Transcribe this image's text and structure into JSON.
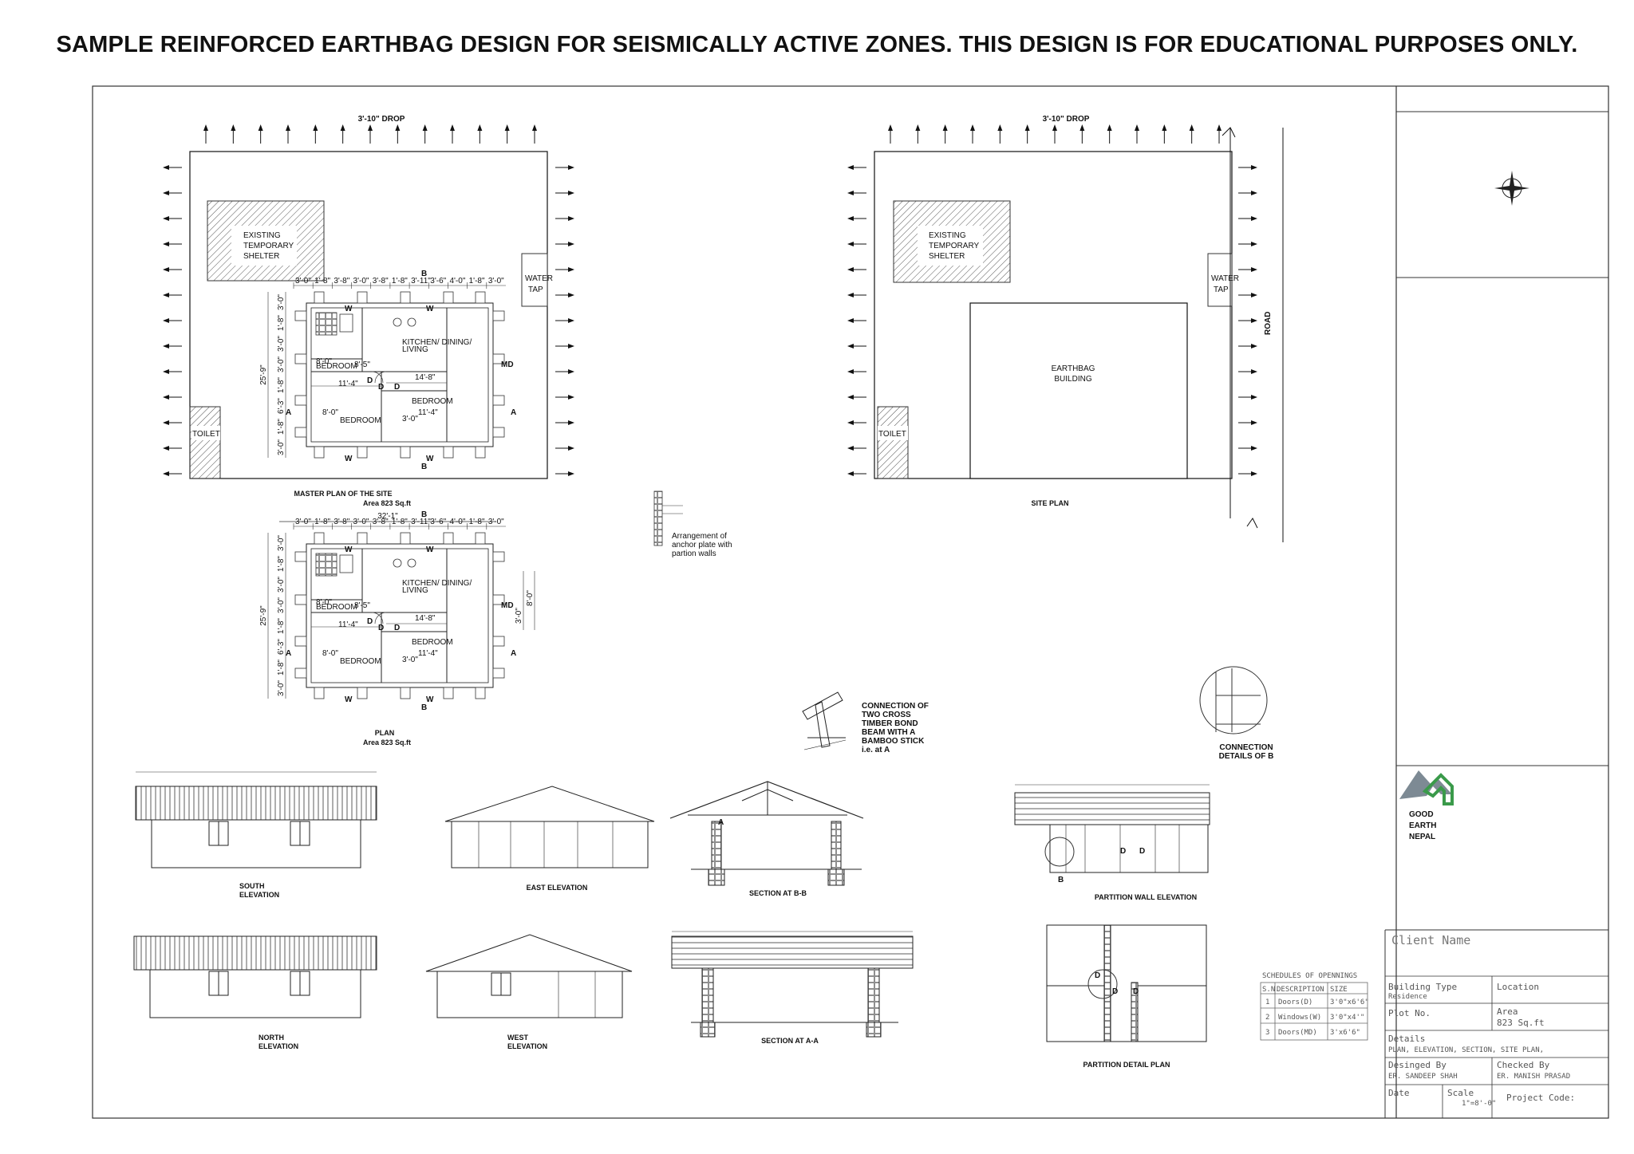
{
  "header": "SAMPLE REINFORCED EARTHBAG DESIGN FOR SEISMICALLY ACTIVE ZONES. THIS DESIGN IS FOR EDUCATIONAL PURPOSES ONLY.",
  "master_plan": {
    "drop": "3'-10\" DROP",
    "shelter": [
      "EXISTING",
      "TEMPORARY",
      "SHELTER"
    ],
    "water_tap": [
      "WATER",
      "TAP"
    ],
    "toilet": "TOILET",
    "title": "MASTER PLAN OF THE SITE",
    "area": "Area 823 Sq.ft"
  },
  "floor_plan": {
    "rooms": {
      "kitchen": [
        "KITCHEN/ DINING/",
        "LIVING"
      ],
      "bedroom": "BEDROOM",
      "md": "MD",
      "w": "W",
      "d": "D",
      "b": "B",
      "a": "A"
    },
    "dims_top": [
      "3'-0\"",
      "1'-8\"",
      "3'-8\"",
      "3'-0\"",
      "3'-8\"",
      "1'-8\"",
      "3'-11\"",
      "3'-6\"",
      "4'-0\"",
      "1'-8\"",
      "3'-0\""
    ],
    "dims_left": [
      "3'-0\"",
      "1'-8\"",
      "3'-0\"",
      "3'-0\"",
      "1'-8\"",
      "6'-3\"",
      "1'-8\"",
      "3'-0\""
    ],
    "inner_dims": [
      "8'-0\"",
      "14'-8\"",
      "11'-4\"",
      "11'-4\"",
      "8'-5\"",
      "8'-0\"",
      "3'-0\""
    ],
    "overall_width": "32'-1\"",
    "overall_height": "25'-9\"",
    "right_dims": [
      "3'-0\"",
      "8'-0\""
    ],
    "title": "PLAN",
    "area": "Area 823 Sq.ft"
  },
  "site_plan": {
    "drop": "3'-10\" DROP",
    "shelter": [
      "EXISTING",
      "TEMPORARY",
      "SHELTER"
    ],
    "water_tap": [
      "WATER",
      "TAP"
    ],
    "building": [
      "EARTHBAG",
      "BUILDING"
    ],
    "toilet": "TOILET",
    "road": "ROAD",
    "title": "SITE PLAN"
  },
  "details": {
    "anchor_plate": [
      "Arrangement of",
      "anchor plate with",
      "partion walls"
    ],
    "connection_timber": [
      "CONNECTION OF",
      "TWO CROSS",
      "TIMBER BOND",
      "BEAM WITH A",
      "BAMBOO STICK",
      "i.e. at A"
    ],
    "connection_b": [
      "CONNECTION",
      "DETAILS OF B"
    ]
  },
  "elevations": {
    "south": [
      "SOUTH",
      "ELEVATION"
    ],
    "east": "EAST ELEVATION",
    "section_bb": "SECTION AT B-B",
    "partition_wall": "PARTITION WALL ELEVATION",
    "north": [
      "NORTH",
      "ELEVATION"
    ],
    "west": [
      "WEST",
      "ELEVATION"
    ],
    "section_aa": "SECTION AT A-A",
    "partition_detail": "PARTITION DETAIL PLAN"
  },
  "schedule": {
    "title": "SCHEDULES OF OPENNINGS",
    "headers": [
      "S.N.",
      "DESCRIPTION",
      "SIZE"
    ],
    "rows": [
      [
        "1",
        "Doors(D)",
        "3'0\"x6'6\""
      ],
      [
        "2",
        "Windows(W)",
        "3'0\"x4'\""
      ],
      [
        "3",
        "Doors(MD)",
        "3'x6'6\""
      ]
    ]
  },
  "title_block": {
    "logo": [
      "GOOD",
      "EARTH",
      "NEPAL"
    ],
    "client_name": "Client Name",
    "building_type": "Building Type",
    "building_type_value": "Residence",
    "location": "Location",
    "plot_no": "Plot No.",
    "area": "Area",
    "area_value": "823 Sq.ft",
    "details": "Details",
    "details_value": "PLAN, ELEVATION, SECTION, SITE PLAN,",
    "designed_by": "Desinged By",
    "designed_by_value": "ER. SANDEEP SHAH",
    "checked_by": "Checked By",
    "checked_by_value": "ER. MANISH PRASAD",
    "date": "Date",
    "scale": "Scale",
    "scale_value": "1\"=8'-0\"",
    "project_code": "Project Code:"
  },
  "colors": {
    "logo_green": "#3a9a4a",
    "logo_grey": "#7d8a94",
    "line": "#111111"
  }
}
